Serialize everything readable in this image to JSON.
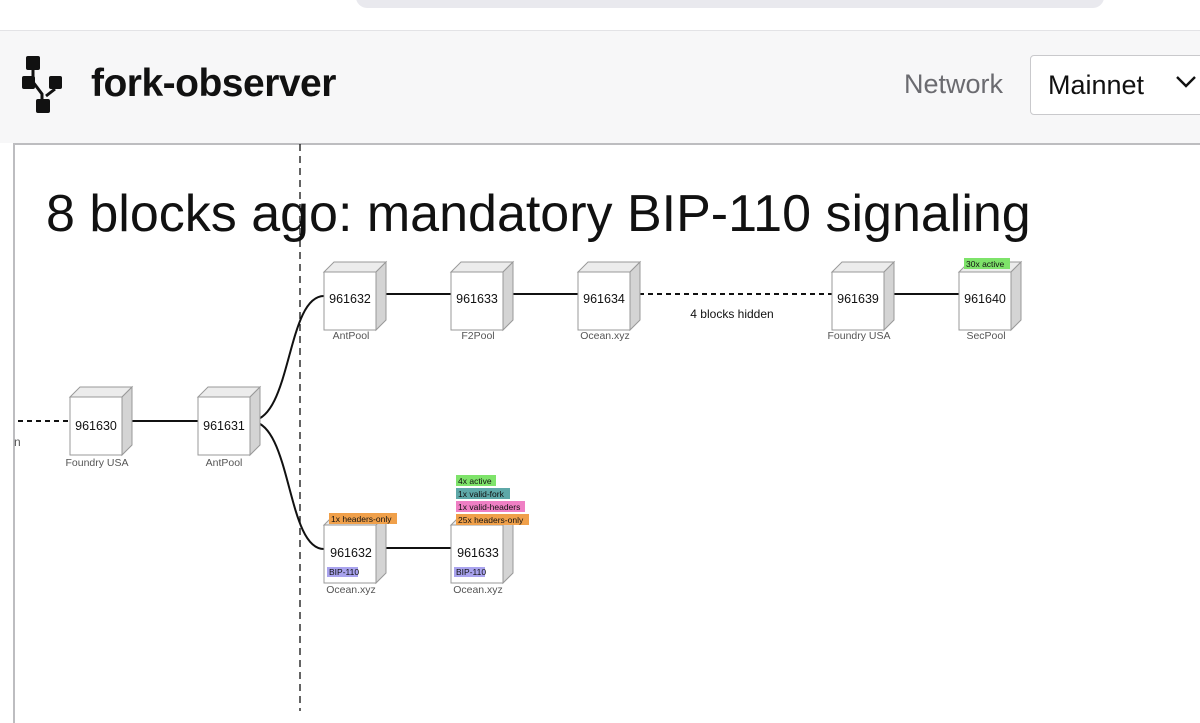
{
  "app": {
    "title": "fork-observer",
    "logo_icon": "fork-tree-icon"
  },
  "network": {
    "label": "Network",
    "selected": "Mainnet"
  },
  "view": {
    "title": "8 blocks ago: mandatory BIP-110 signaling",
    "left_edge_text": "n"
  },
  "graph": {
    "hidden_label": "4 blocks hidden",
    "blocks": {
      "b961630": {
        "height": "961630",
        "pool": "Foundry USA"
      },
      "b961631": {
        "height": "961631",
        "pool": "AntPool"
      },
      "top_961632": {
        "height": "961632",
        "pool": "AntPool"
      },
      "top_961633": {
        "height": "961633",
        "pool": "F2Pool"
      },
      "top_961634": {
        "height": "961634",
        "pool": "Ocean.xyz"
      },
      "top_961639": {
        "height": "961639",
        "pool": "Foundry USA"
      },
      "top_961640": {
        "height": "961640",
        "pool": "SecPool",
        "tags": [
          "30x active"
        ]
      },
      "bot_961632": {
        "height": "961632",
        "pool": "Ocean.xyz",
        "signal": "BIP-110",
        "tags": [
          "1x headers-only"
        ]
      },
      "bot_961633": {
        "height": "961633",
        "pool": "Ocean.xyz",
        "signal": "BIP-110",
        "tags": [
          "4x active",
          "1x valid-fork",
          "1x valid-headers",
          "25x headers-only"
        ]
      }
    },
    "tag_colors": {
      "active": "#7ee36a",
      "valid-fork": "#5ea8a8",
      "valid-headers": "#ef7fc4",
      "headers-only": "#f0a04a",
      "signal": "#a9a3ee"
    }
  }
}
